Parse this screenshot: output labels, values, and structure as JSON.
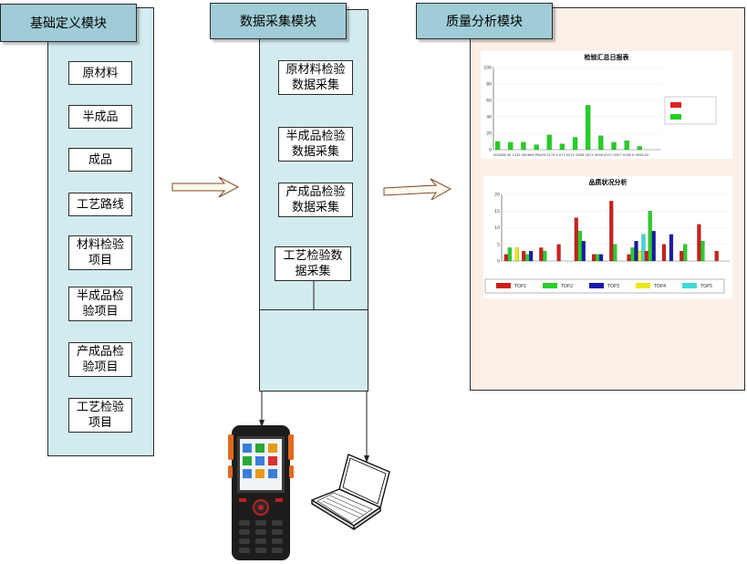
{
  "modules": {
    "basic": {
      "title": "基础定义模块",
      "items": [
        "原材料",
        "半成品",
        "成品",
        "工艺路线",
        "材料检验\n项目",
        "半成品检\n验项目",
        "产成品检\n验项目",
        "工艺检验\n项目"
      ]
    },
    "collect": {
      "title": "数据采集模块",
      "items": [
        "原材料检验\n数据采集",
        "半成品检验\n数据采集",
        "产成品检验\n数据采集",
        "工艺检验数\n据采集"
      ]
    },
    "quality": {
      "title": "质量分析模块"
    }
  },
  "chart_data": [
    {
      "type": "bar",
      "title": "检验汇总日报表",
      "ylim": [
        0,
        100
      ],
      "yticks": [
        0,
        20,
        40,
        60,
        80,
        100
      ],
      "xlabel_text": "000056 00 1152 000694 P5045 0174 4 073 0071 0056 0073 0056 0071 0057 0146 0 0056 02",
      "series": [
        {
          "name": "",
          "color": "#e02020",
          "values": [
            0,
            0,
            0,
            0,
            0,
            0,
            0,
            0,
            0,
            0,
            0,
            0,
            0
          ]
        },
        {
          "name": "",
          "color": "#22d022",
          "values": [
            10,
            9,
            9,
            6,
            18,
            7,
            15,
            54,
            17,
            9,
            11,
            4,
            0
          ]
        }
      ],
      "legend_entries": 2
    },
    {
      "type": "bar",
      "title": "品质状况分析",
      "ylim": [
        0,
        20
      ],
      "yticks": [
        0,
        5,
        10,
        15,
        20
      ],
      "series": [
        {
          "name": "TOP1",
          "color": "#d01c1c",
          "values": [
            2,
            3,
            4,
            5,
            13,
            2,
            18,
            2,
            3,
            5,
            3,
            11,
            3
          ]
        },
        {
          "name": "TOP2",
          "color": "#2ccc2c",
          "values": [
            4,
            2,
            3,
            0,
            9,
            2,
            5,
            4,
            15,
            0,
            5,
            6,
            0
          ]
        },
        {
          "name": "TOP3",
          "color": "#1a1aa8",
          "values": [
            0,
            3,
            0,
            0,
            6,
            2,
            0,
            6,
            9,
            8,
            0,
            0,
            0
          ]
        },
        {
          "name": "TOP4",
          "color": "#e8e820",
          "values": [
            4,
            0,
            0,
            0,
            0,
            0,
            0,
            3,
            0,
            0,
            0,
            0,
            0
          ]
        },
        {
          "name": "TOP5",
          "color": "#40d8d8",
          "values": [
            0,
            0,
            0,
            0,
            0,
            0,
            0,
            8,
            0,
            0,
            0,
            0,
            0
          ]
        }
      ]
    }
  ],
  "colors": {
    "panel_fill": "#d2ebef",
    "header_fill": "#9fccd6",
    "quality_fill": "#fbf0e8"
  }
}
